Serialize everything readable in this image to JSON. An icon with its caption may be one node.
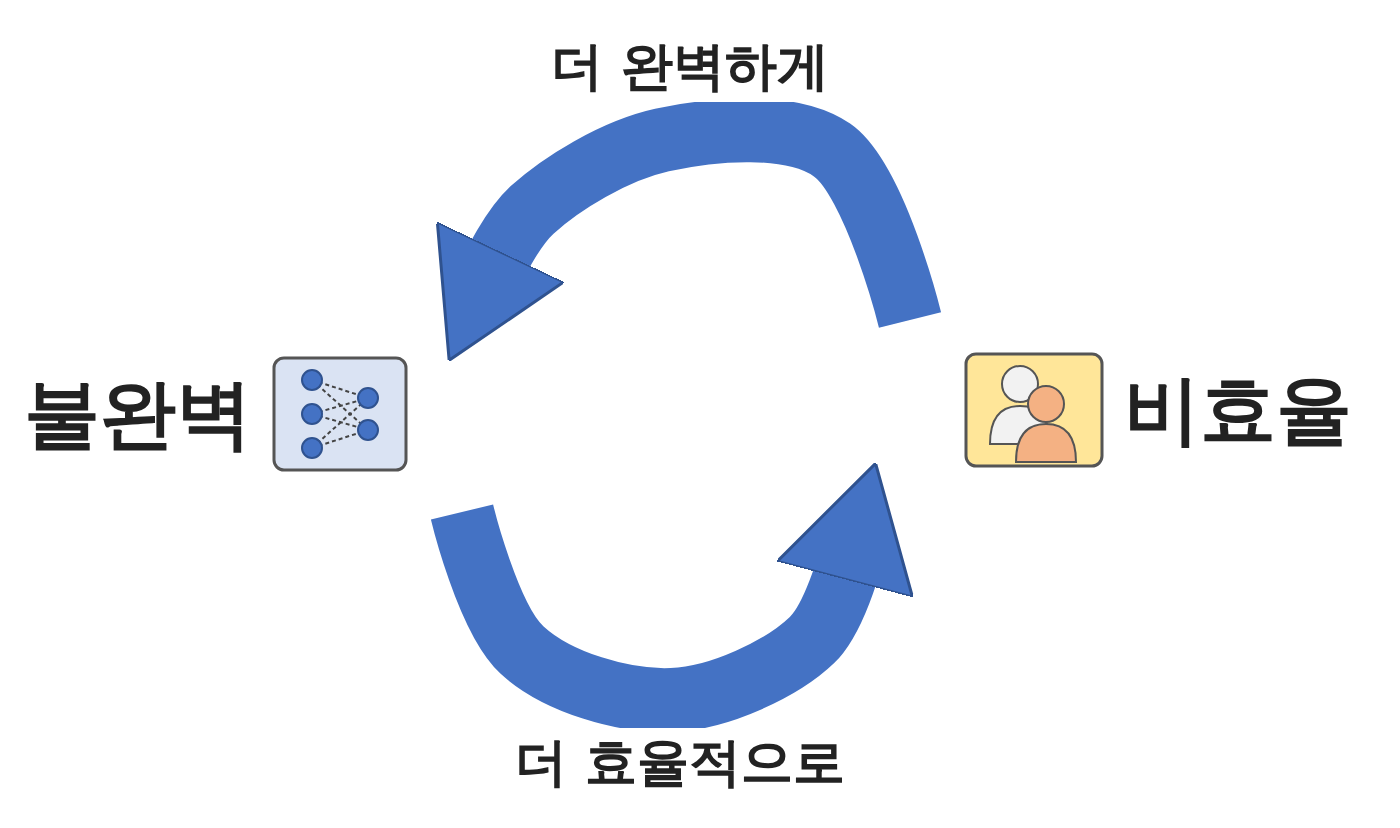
{
  "diagram": {
    "nodes": [
      {
        "text": [
          "불완벽"
        ]
      },
      {
        "text": [
          "비효율"
        ]
      }
    ],
    "edges": [
      {
        "from": 1,
        "to": 0,
        "arrow": "to",
        "label": "더 완벽하게"
      },
      {
        "from": 0,
        "to": 1,
        "arrow": "to",
        "label": "더 효율적으로"
      }
    ]
  }
}
